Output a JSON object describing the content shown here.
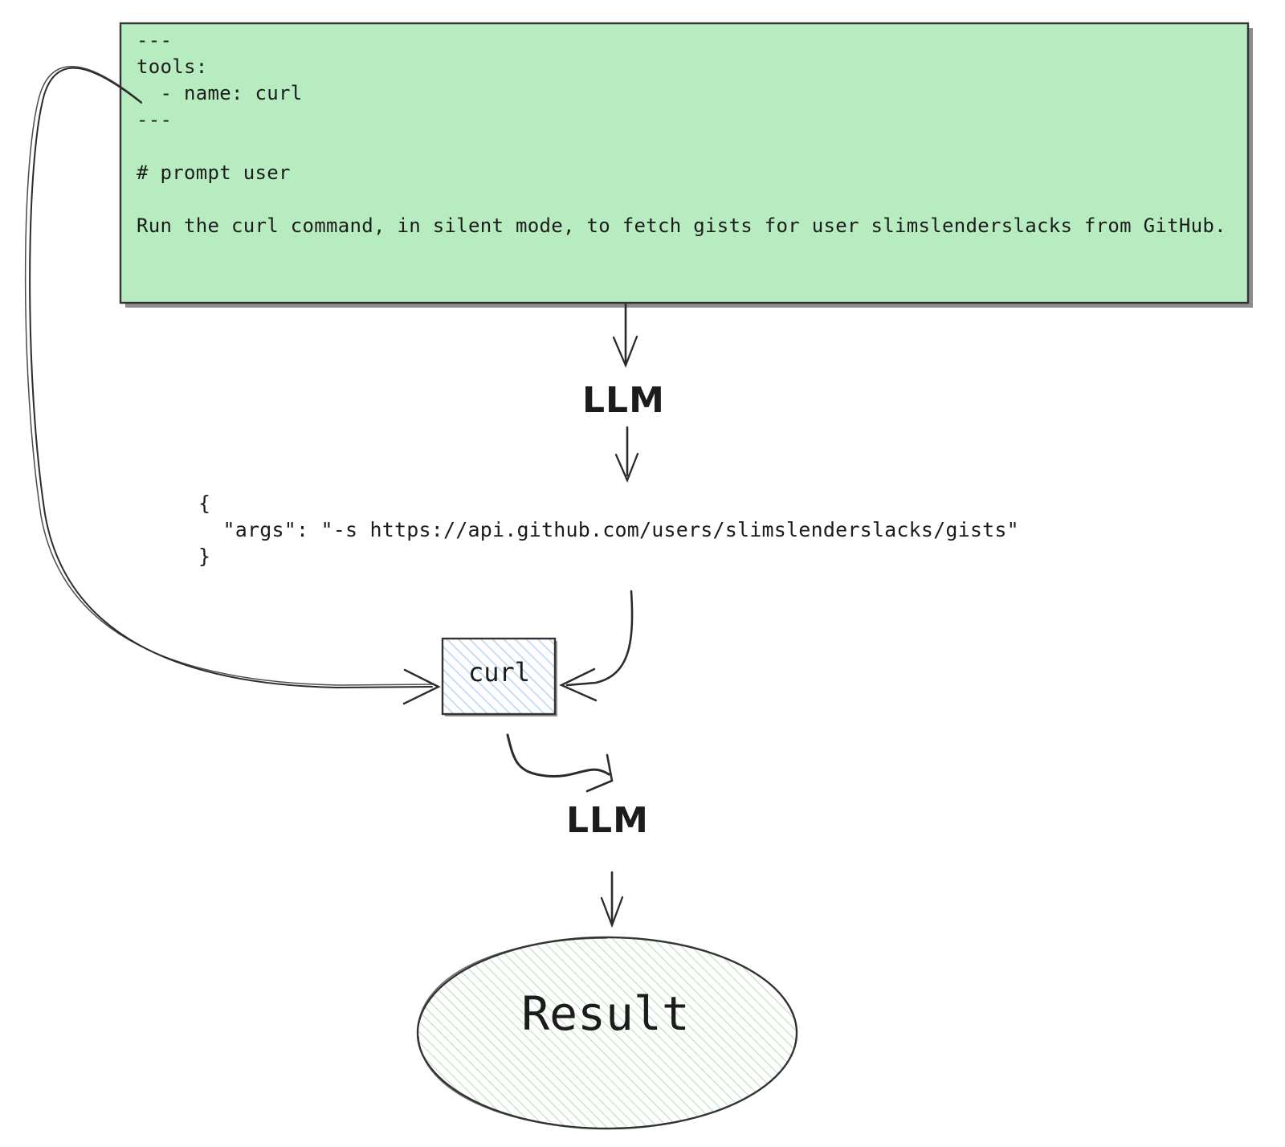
{
  "diagram": {
    "title": "LLM tool-calling flow",
    "colors": {
      "prompt_fill": "#b7ebc0",
      "prompt_stroke": "#333333",
      "tool_fill": "#eef4fd",
      "tool_hatch": "#b9d4f2",
      "tool_stroke": "#333333",
      "result_fill": "#f3faf2",
      "result_hatch": "#b5ddb7",
      "result_stroke": "#333333",
      "arrow": "#2b2b2b",
      "text": "#1c1c1c"
    },
    "prompt_box": {
      "name": "prompt-markdown",
      "lines": [
        "---",
        "tools:",
        "  - name: curl",
        "---",
        "",
        "# prompt user",
        "",
        "Run the curl command, in silent mode, to fetch gists for user slimslenderslacks from GitHub."
      ],
      "frontmatter": {
        "delimiter": "---",
        "tools_key": "tools:",
        "tool_entry": "  - name: curl"
      },
      "heading": "# prompt user",
      "body": "Run the curl command, in silent mode, to fetch gists for user slimslenderslacks from GitHub."
    },
    "llm_first": {
      "label": "LLM"
    },
    "tool_call_json": {
      "lines": [
        "{",
        "  \"args\": \"-s https://api.github.com/users/slimslenderslacks/gists\"",
        "}"
      ],
      "key": "\"args\"",
      "value": "\"-s https://api.github.com/users/slimslenderslacks/gists\""
    },
    "tool_node": {
      "label": "curl"
    },
    "llm_second": {
      "label": "LLM"
    },
    "result_node": {
      "label": "Result"
    },
    "edges": [
      {
        "name": "prompt-to-llm",
        "from": "prompt_box",
        "to": "llm_first",
        "label": ""
      },
      {
        "name": "llm-to-json",
        "from": "llm_first",
        "to": "tool_call_json",
        "label": ""
      },
      {
        "name": "json-to-curl",
        "from": "tool_call_json",
        "to": "tool_node",
        "label": ""
      },
      {
        "name": "tool-definition-to-curl",
        "from": "prompt_box",
        "to": "tool_node",
        "label": ""
      },
      {
        "name": "curl-to-llm",
        "from": "tool_node",
        "to": "llm_second",
        "label": ""
      },
      {
        "name": "llm-to-result",
        "from": "llm_second",
        "to": "result_node",
        "label": ""
      }
    ]
  }
}
